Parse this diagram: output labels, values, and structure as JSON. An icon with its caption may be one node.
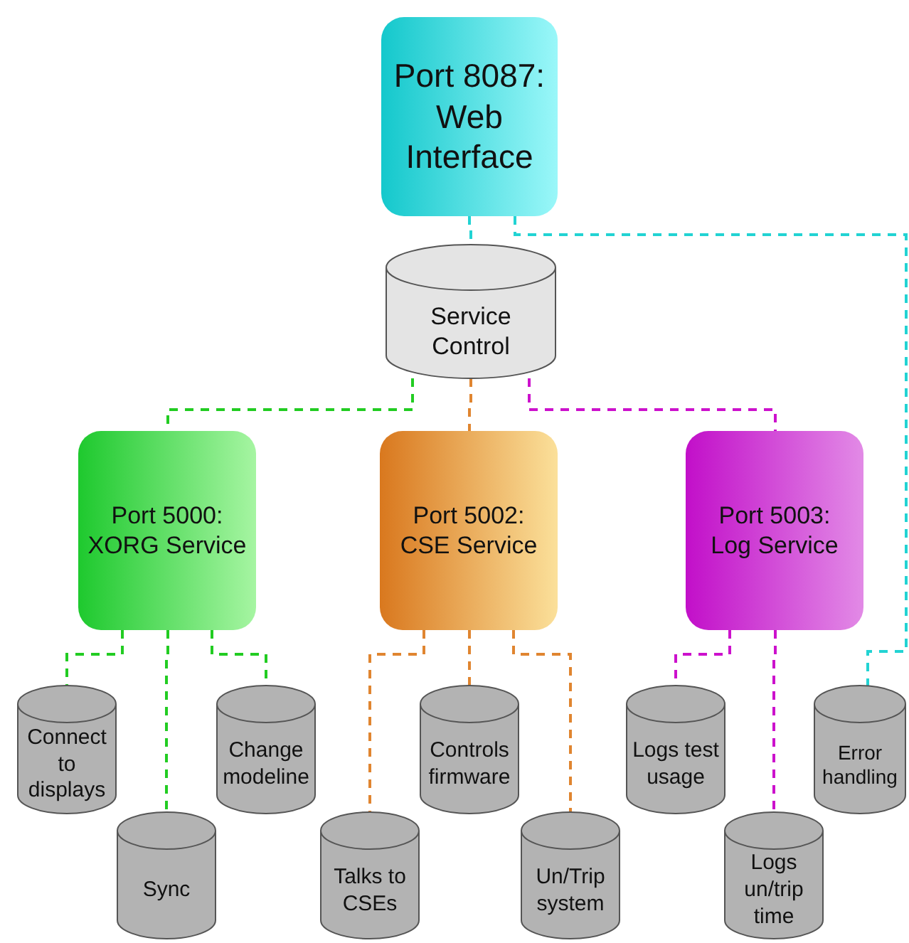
{
  "diagram": {
    "nodes": [
      {
        "text": [
          "Port 8087: Web Interface"
        ]
      },
      {
        "text": [
          "Service Control"
        ]
      },
      {
        "text": [
          "Port 5000: XORG Service"
        ]
      },
      {
        "text": [
          "Port 5002: CSE Service"
        ]
      },
      {
        "text": [
          "Port 5003: Log Service"
        ]
      },
      {
        "text": [
          "Connect to displays"
        ]
      },
      {
        "text": [
          "Sync"
        ]
      },
      {
        "text": [
          "Change modeline"
        ]
      },
      {
        "text": [
          "Talks to CSEs"
        ]
      },
      {
        "text": [
          "Controls firmware"
        ]
      },
      {
        "text": [
          "Un/Trip system"
        ]
      },
      {
        "text": [
          "Logs test usage"
        ]
      },
      {
        "text": [
          "Logs un/trip time"
        ]
      },
      {
        "text": [
          "Error handling"
        ]
      }
    ],
    "edges": [
      {
        "from": 0,
        "to": 1,
        "arrow": "none",
        "style": "dashed",
        "color": "#22d3d3"
      },
      {
        "from": 0,
        "to": 13,
        "arrow": "none",
        "style": "dashed",
        "color": "#22d3d3"
      },
      {
        "from": 1,
        "to": 2,
        "arrow": "none",
        "style": "dashed",
        "color": "#22cc22"
      },
      {
        "from": 1,
        "to": 3,
        "arrow": "none",
        "style": "dashed",
        "color": "#e08530"
      },
      {
        "from": 1,
        "to": 4,
        "arrow": "none",
        "style": "dashed",
        "color": "#cc11cc"
      },
      {
        "from": 2,
        "to": 5,
        "arrow": "none",
        "style": "dashed",
        "color": "#22cc22"
      },
      {
        "from": 2,
        "to": 6,
        "arrow": "none",
        "style": "dashed",
        "color": "#22cc22"
      },
      {
        "from": 2,
        "to": 7,
        "arrow": "none",
        "style": "dashed",
        "color": "#22cc22"
      },
      {
        "from": 3,
        "to": 8,
        "arrow": "none",
        "style": "dashed",
        "color": "#e08530"
      },
      {
        "from": 3,
        "to": 9,
        "arrow": "none",
        "style": "dashed",
        "color": "#e08530"
      },
      {
        "from": 3,
        "to": 10,
        "arrow": "none",
        "style": "dashed",
        "color": "#e08530"
      },
      {
        "from": 4,
        "to": 11,
        "arrow": "none",
        "style": "dashed",
        "color": "#cc11cc"
      },
      {
        "from": 4,
        "to": 12,
        "arrow": "none",
        "style": "dashed",
        "color": "#cc11cc"
      }
    ]
  }
}
